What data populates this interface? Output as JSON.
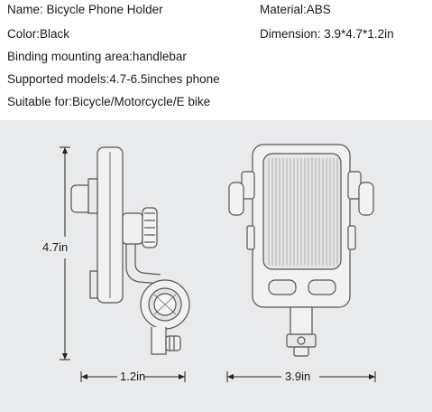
{
  "specs": {
    "name": "Name: Bicycle Phone Holder",
    "material": "Material:ABS",
    "color": "Color:Black",
    "dimension": "Dimension: 3.9*4.7*1.2in",
    "mounting": "Binding mounting area:handlebar",
    "models": "Supported models:4.7-6.5inches phone",
    "suitable": "Suitable for:Bicycle/Motorcycle/E bike"
  },
  "dimensions": {
    "height": "4.7in",
    "depth": "1.2in",
    "width": "3.9in"
  },
  "colors": {
    "panel_bg": "#e9eaec",
    "line": "#555555",
    "arrow": "#222222"
  }
}
